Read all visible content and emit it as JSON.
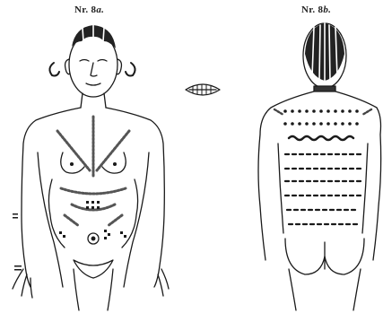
{
  "figures": {
    "front": {
      "number": "Nr. 8",
      "suffix": "a."
    },
    "back": {
      "number": "Nr. 8",
      "suffix": "b."
    }
  },
  "colors": {
    "ink": "#1a1a1a",
    "paper": "#ffffff",
    "shade": "#777777"
  }
}
